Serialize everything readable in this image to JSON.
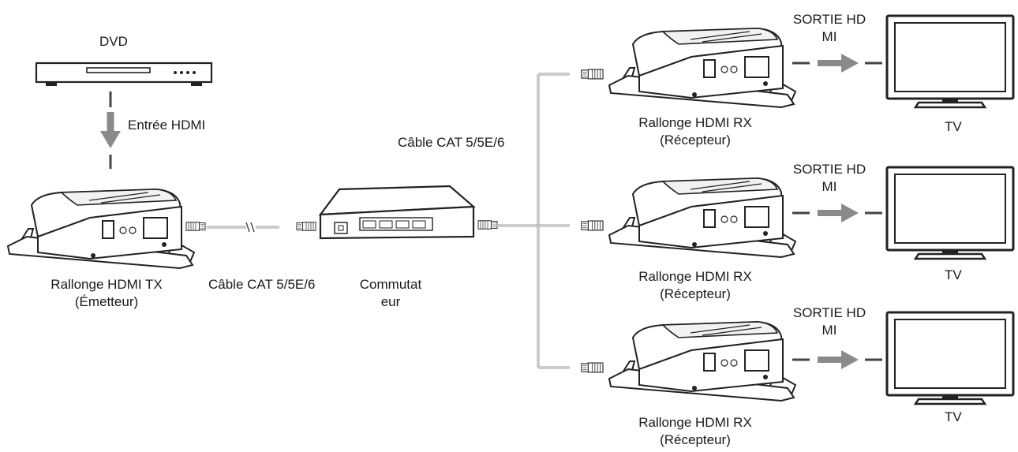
{
  "colors": {
    "arrow": "#8a8a8a",
    "stroke": "#222222",
    "cable": "#9a9a9a"
  },
  "labels": {
    "dvd": "DVD",
    "hdmi_input": "Entrée HDMI",
    "tx_line1": "Rallonge HDMI TX",
    "tx_line2": "(Émetteur)",
    "cable_left": "Câble CAT 5/5E/6",
    "switch_line1": "Commutat",
    "switch_line2": "eur",
    "cable_right": "Câble CAT 5/5E/6"
  },
  "receivers": [
    {
      "line1": "Rallonge HDMI RX",
      "line2": "(Récepteur)",
      "out1": "SORTIE HD",
      "out2": "MI",
      "tv": "TV"
    },
    {
      "line1": "Rallonge HDMI RX",
      "line2": "(Récepteur)",
      "out1": "SORTIE HD",
      "out2": "MI",
      "tv": "TV"
    },
    {
      "line1": "Rallonge HDMI RX",
      "line2": "(Récepteur)",
      "out1": "SORTIE HD",
      "out2": "MI",
      "tv": "TV"
    }
  ],
  "icons": [
    "dvd-player-icon",
    "hdmi-extender-icon",
    "network-switch-icon",
    "rj45-connector-icon",
    "tv-icon",
    "arrow-icon"
  ]
}
